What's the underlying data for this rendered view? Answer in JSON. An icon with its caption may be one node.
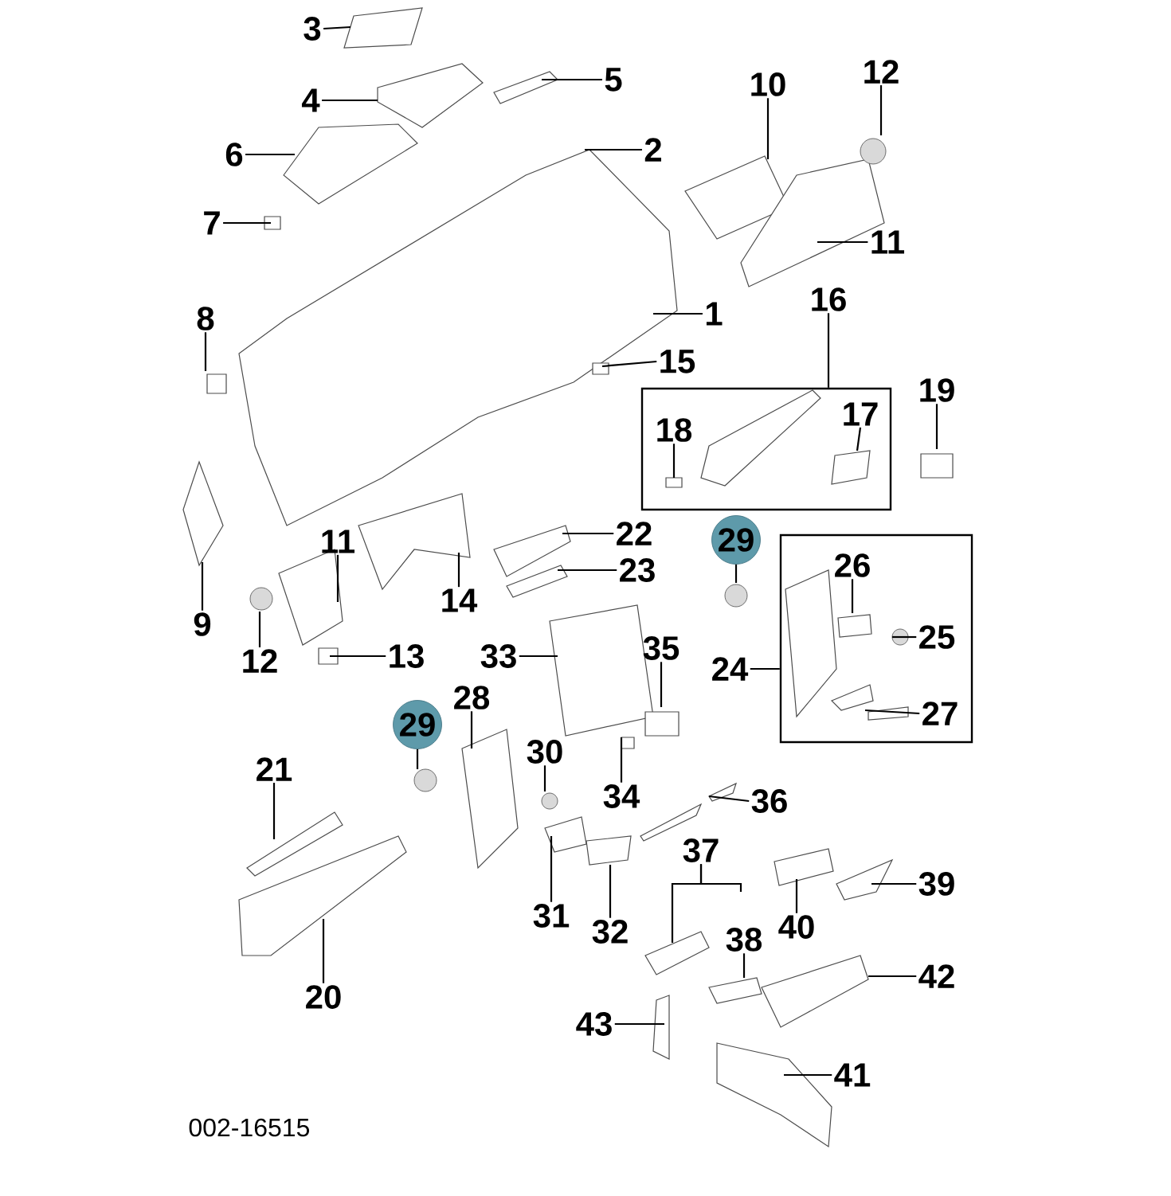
{
  "diagram": {
    "nodes": [
      {
        "text": [
          "3"
        ]
      },
      {
        "text": [
          "4"
        ]
      },
      {
        "text": [
          "5"
        ]
      },
      {
        "text": [
          "6"
        ]
      },
      {
        "text": [
          "2"
        ]
      },
      {
        "text": [
          "10"
        ]
      },
      {
        "text": [
          "12"
        ]
      },
      {
        "text": [
          "7"
        ]
      },
      {
        "text": [
          "11"
        ]
      },
      {
        "text": [
          "8"
        ]
      },
      {
        "text": [
          "1"
        ]
      },
      {
        "text": [
          "16"
        ]
      },
      {
        "text": [],
        "shape": "box"
      },
      {
        "text": [
          "15"
        ]
      },
      {
        "text": [
          "18"
        ],
        "in": 12
      },
      {
        "text": [
          "17"
        ],
        "in": 12
      },
      {
        "text": [
          "19"
        ]
      },
      {
        "text": [
          "9"
        ]
      },
      {
        "text": [
          "11"
        ]
      },
      {
        "text": [
          "14"
        ]
      },
      {
        "text": [
          "22"
        ]
      },
      {
        "text": [
          "23"
        ]
      },
      {
        "text": [
          "29"
        ]
      },
      {
        "text": [
          "12"
        ]
      },
      {
        "text": [
          "13"
        ]
      },
      {
        "text": [
          "24"
        ]
      },
      {
        "text": [],
        "shape": "box"
      },
      {
        "text": [
          "26"
        ],
        "in": 26
      },
      {
        "text": [
          "25"
        ],
        "in": 26
      },
      {
        "text": [
          "27"
        ],
        "in": 26
      },
      {
        "text": [
          "33"
        ]
      },
      {
        "text": [
          "35"
        ]
      },
      {
        "text": [
          "28"
        ]
      },
      {
        "text": [
          "29"
        ]
      },
      {
        "text": [
          "30"
        ]
      },
      {
        "text": [
          "34"
        ]
      },
      {
        "text": [
          "21"
        ]
      },
      {
        "text": [
          "36"
        ]
      },
      {
        "text": [
          "31"
        ]
      },
      {
        "text": [
          "32"
        ]
      },
      {
        "text": [
          "37"
        ]
      },
      {
        "text": [
          "38"
        ]
      },
      {
        "text": [
          "40"
        ]
      },
      {
        "text": [
          "39"
        ]
      },
      {
        "text": [
          "20"
        ]
      },
      {
        "text": [
          "42"
        ]
      },
      {
        "text": [
          "43"
        ]
      },
      {
        "text": [
          "41"
        ]
      }
    ],
    "edges": [
      {
        "from": 0,
        "to": null,
        "arrow": "none"
      },
      {
        "from": 1,
        "to": null,
        "arrow": "none"
      },
      {
        "from": 2,
        "to": null,
        "arrow": "none"
      },
      {
        "from": 3,
        "to": null,
        "arrow": "none"
      },
      {
        "from": 4,
        "to": null,
        "arrow": "none"
      },
      {
        "from": 5,
        "to": null,
        "arrow": "none"
      },
      {
        "from": 6,
        "to": null,
        "arrow": "none"
      },
      {
        "from": 7,
        "to": null,
        "arrow": "none"
      },
      {
        "from": 8,
        "to": null,
        "arrow": "none"
      },
      {
        "from": 9,
        "to": null,
        "arrow": "none"
      },
      {
        "from": 10,
        "to": null,
        "arrow": "none"
      },
      {
        "from": 11,
        "to": 12,
        "arrow": "none"
      },
      {
        "from": 13,
        "to": null,
        "arrow": "none"
      },
      {
        "from": 14,
        "to": null,
        "arrow": "none"
      },
      {
        "from": 15,
        "to": null,
        "arrow": "none"
      },
      {
        "from": 16,
        "to": null,
        "arrow": "none"
      },
      {
        "from": 17,
        "to": null,
        "arrow": "none"
      },
      {
        "from": 18,
        "to": null,
        "arrow": "none"
      },
      {
        "from": 19,
        "to": null,
        "arrow": "none"
      },
      {
        "from": 20,
        "to": null,
        "arrow": "none"
      },
      {
        "from": 21,
        "to": null,
        "arrow": "none"
      },
      {
        "from": 22,
        "to": null,
        "arrow": "none"
      },
      {
        "from": 23,
        "to": null,
        "arrow": "none"
      },
      {
        "from": 24,
        "to": null,
        "arrow": "none"
      },
      {
        "from": 25,
        "to": 26,
        "arrow": "none"
      },
      {
        "from": 27,
        "to": null,
        "arrow": "none"
      },
      {
        "from": 28,
        "to": null,
        "arrow": "none"
      },
      {
        "from": 29,
        "to": null,
        "arrow": "none"
      },
      {
        "from": 30,
        "to": null,
        "arrow": "none"
      },
      {
        "from": 31,
        "to": null,
        "arrow": "none"
      },
      {
        "from": 32,
        "to": null,
        "arrow": "none"
      },
      {
        "from": 33,
        "to": null,
        "arrow": "none"
      },
      {
        "from": 34,
        "to": null,
        "arrow": "none"
      },
      {
        "from": 35,
        "to": null,
        "arrow": "none"
      },
      {
        "from": 36,
        "to": null,
        "arrow": "none"
      },
      {
        "from": 37,
        "to": null,
        "arrow": "none"
      },
      {
        "from": 38,
        "to": null,
        "arrow": "none"
      },
      {
        "from": 39,
        "to": null,
        "arrow": "none"
      },
      {
        "from": 40,
        "to": null,
        "arrow": "none"
      },
      {
        "from": 40,
        "to": null,
        "arrow": "none"
      },
      {
        "from": 41,
        "to": null,
        "arrow": "none"
      },
      {
        "from": 42,
        "to": null,
        "arrow": "none"
      },
      {
        "from": 43,
        "to": null,
        "arrow": "none"
      },
      {
        "from": 44,
        "to": null,
        "arrow": "none"
      },
      {
        "from": 45,
        "to": null,
        "arrow": "none"
      },
      {
        "from": 46,
        "to": null,
        "arrow": "none"
      },
      {
        "from": 47,
        "to": null,
        "arrow": "none"
      }
    ],
    "labels": [
      "002-16515"
    ]
  }
}
